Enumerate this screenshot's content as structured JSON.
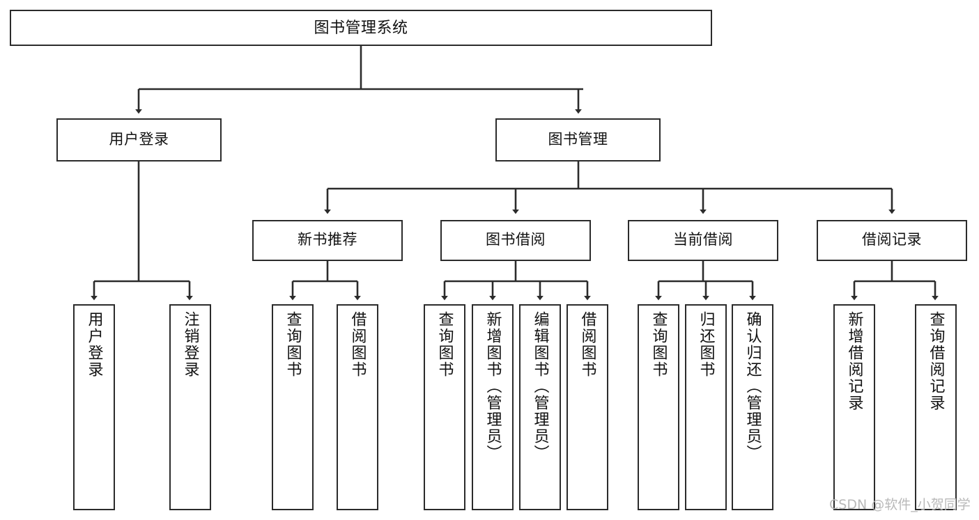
{
  "diagram": {
    "type": "tree-hierarchy",
    "title": "图书管理系统",
    "watermark": "CSDN @软件_小贺同学",
    "colors": {
      "background": "#ffffff",
      "box_border": "#2b2b2b",
      "box_fill": "#ffffff",
      "edge": "#2b2b2b",
      "text": "#111111",
      "watermark": "#b9b9b9"
    },
    "levels": {
      "root": {
        "label": "图书管理系统"
      },
      "level2": [
        {
          "id": "user-login",
          "label": "用户登录"
        },
        {
          "id": "book-management",
          "label": "图书管理"
        }
      ],
      "level3": [
        {
          "id": "new-book-recommend",
          "label": "新书推荐",
          "parent": "book-management"
        },
        {
          "id": "book-borrow",
          "label": "图书借阅",
          "parent": "book-management"
        },
        {
          "id": "current-borrow",
          "label": "当前借阅",
          "parent": "book-management"
        },
        {
          "id": "borrow-record",
          "label": "借阅记录",
          "parent": "book-management"
        }
      ],
      "leaves": [
        {
          "id": "leaf-user-login",
          "label": "用户登录",
          "parent": "user-login"
        },
        {
          "id": "leaf-user-logout",
          "label": "注销登录",
          "parent": "user-login"
        },
        {
          "id": "leaf-query-book-1",
          "label": "查询图书",
          "parent": "new-book-recommend"
        },
        {
          "id": "leaf-borrow-book-1",
          "label": "借阅图书",
          "parent": "new-book-recommend"
        },
        {
          "id": "leaf-query-book-2",
          "label": "查询图书",
          "parent": "book-borrow"
        },
        {
          "id": "leaf-add-book",
          "label": "新增图书（管理员）",
          "parent": "book-borrow"
        },
        {
          "id": "leaf-edit-book",
          "label": "编辑图书（管理员）",
          "parent": "book-borrow"
        },
        {
          "id": "leaf-borrow-book-2",
          "label": "借阅图书",
          "parent": "book-borrow"
        },
        {
          "id": "leaf-query-book-3",
          "label": "查询图书",
          "parent": "current-borrow"
        },
        {
          "id": "leaf-return-book",
          "label": "归还图书",
          "parent": "current-borrow"
        },
        {
          "id": "leaf-confirm-return",
          "label": "确认归还（管理员）",
          "parent": "current-borrow"
        },
        {
          "id": "leaf-add-record",
          "label": "新增借阅记录",
          "parent": "borrow-record"
        },
        {
          "id": "leaf-query-record",
          "label": "查询借阅记录",
          "parent": "borrow-record"
        }
      ]
    }
  }
}
